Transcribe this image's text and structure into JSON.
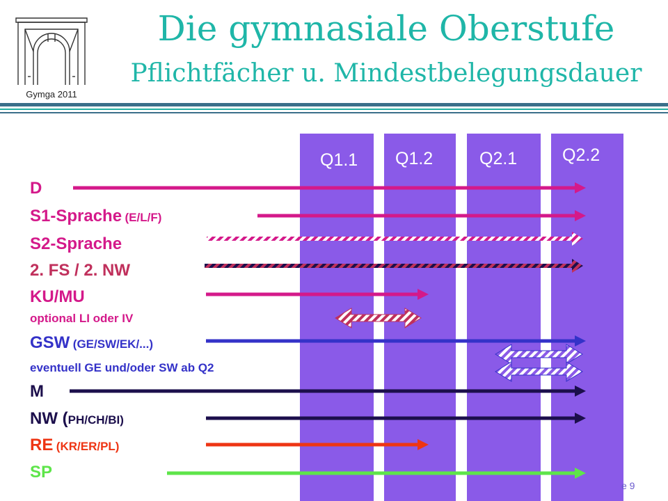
{
  "header": {
    "title": "Die gymnasiale Oberstufe",
    "subtitle": "Pflichtfächer u. Mindestbelegungsdauer",
    "logo_caption": "Gymga 2011"
  },
  "columns": [
    "Q1.1",
    "Q1.2",
    "Q2.1",
    "Q2.2"
  ],
  "subjects": {
    "d": "D",
    "s1_main": "S1-Sprache",
    "s1_note": "(E/L/F)",
    "s2": "S2-Sprache",
    "fs_nw": "2. FS / 2. NW",
    "ku_mu": "KU/MU",
    "optional_note": "optional LI oder IV",
    "gsw_main": "GSW",
    "gsw_note": "(GE/SW/EK/...)",
    "eventuell_note": "eventuell GE und/oder SW ab Q2",
    "m": "M",
    "nw_main": "NW (",
    "nw_note": "PH/CH/BI)",
    "re_main": "RE",
    "re_note": "(KR/ER/PL)",
    "sp": "SP"
  },
  "colors": {
    "teal": "#1fb6a8",
    "column": "#8a5ae8",
    "magenta": "#d4198a",
    "crimson": "#c0305c",
    "blue": "#3432c8",
    "dark_navy": "#1c0f4c",
    "red": "#ee3514",
    "green": "#5ee54a",
    "slate": "#3a6f8a"
  },
  "slide_number": "e 9"
}
